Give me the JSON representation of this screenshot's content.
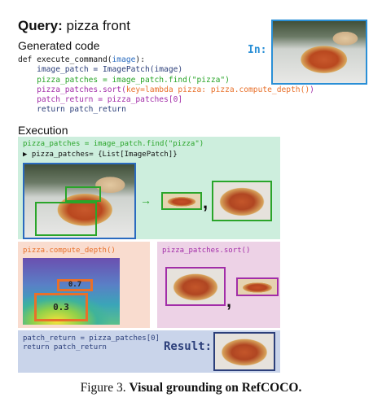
{
  "query": {
    "label": "Query:",
    "text": "pizza front"
  },
  "generated_code": {
    "heading": "Generated code",
    "lines": [
      {
        "p1": "def execute_command(",
        "p2": "image",
        "p3": "):"
      },
      {
        "text": "    image_patch = ImagePatch(image)"
      },
      {
        "text": "    pizza_patches = image_patch.find(\"pizza\")"
      },
      {
        "p1": "    pizza_patches.sort(",
        "p2": "key=lambda pizza: pizza.compute_depth()",
        "p3": ")"
      },
      {
        "text": "    patch_return = pizza_patches[0]"
      },
      {
        "text": "    return patch_return"
      }
    ]
  },
  "input_label": "In:",
  "execution": {
    "heading": "Execution",
    "find_panel": {
      "line1": "pizza_patches = image_patch.find(\"pizza\")",
      "line2": "▶ pizza_patches= {List[ImagePatch]}",
      "arrow": "→",
      "comma": ","
    },
    "depth_panel": {
      "title": "pizza.compute_depth()",
      "back_value": "0.7",
      "front_value": "0.3"
    },
    "sort_panel": {
      "title": "pizza_patches.sort()",
      "comma": ","
    },
    "result_panel": {
      "line1": "patch_return = pizza_patches[0]",
      "line2": "return patch_return",
      "result_label": "Result:"
    }
  },
  "caption": {
    "prefix": "Figure 3. ",
    "bold": "Visual grounding on RefCOCO."
  },
  "colors": {
    "green": "#2aa52a",
    "orange": "#e8702a",
    "purple": "#a22da8",
    "navy": "#2c3f7a",
    "blue": "#2a6bbf"
  }
}
